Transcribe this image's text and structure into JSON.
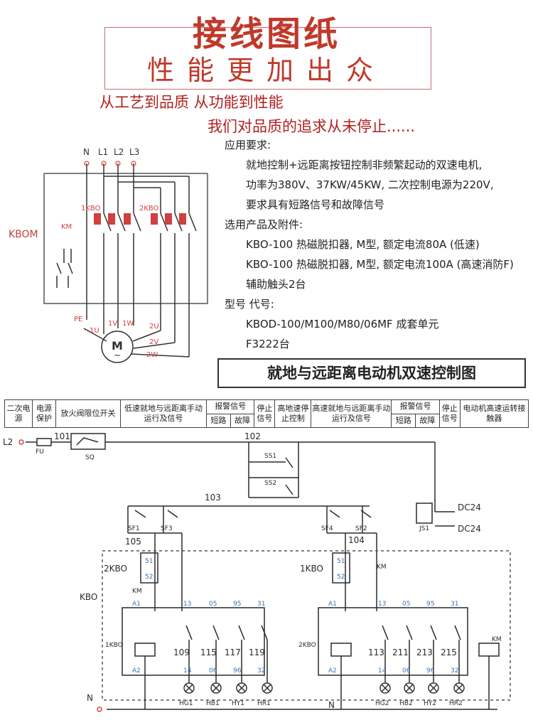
{
  "header": {
    "title": "接线图纸",
    "subtitle": "性能更加出众",
    "slogan1": "从工艺到品质 从功能到性能",
    "slogan2": "我们对品质的追求从未停止......"
  },
  "requirements": {
    "app_heading": "应用要求:",
    "app_line1": "就地控制+远距离按钮控制非频繁起动的双速电机,",
    "app_line2": "功率为380V、37KW/45KW, 二次控制电源为220V,",
    "app_line3": "要求具有短路信号和故障信号",
    "product_heading": "选用产品及附件:",
    "product_line1": "KBO-100 热磁脱扣器, M型, 额定电流80A (低速)",
    "product_line2": "KBO-100 热磁脱扣器, M型, 额定电流100A (高速消防F)",
    "product_line3": "辅助触头2台",
    "model_heading": "型号 代号:",
    "model_line1": "KBOD-100/M100/M80/06MF  成套单元",
    "model_line2": "F3222台"
  },
  "top_diagram": {
    "terminals": [
      "N",
      "L1",
      "L2",
      "L3"
    ],
    "kbom": "KBOM",
    "km": "KM",
    "kbo1": "1KBO",
    "kbo2": "2KBO",
    "pe": "PE",
    "motor": "M",
    "motor_sym": "~",
    "w1u": "1U",
    "w1v": "1V",
    "w1w": "1W",
    "w2u": "2U",
    "w2v": "2V",
    "w2w": "2W"
  },
  "diagram_title": "就地与远距离电动机双速控制图",
  "table_headers": {
    "c1": "二次电源",
    "c2": "电源保护",
    "c3": "放火阀限位开关",
    "c4": "低速就地与远距离手动运行及信号",
    "c5": "报警信号",
    "c5a": "短路",
    "c5b": "故障",
    "c6": "停止信号",
    "c7": "高地速停止控制",
    "c8": "高速就地与远距离手动运行及信号",
    "c9": "报警信号",
    "c9a": "短路",
    "c9b": "故障",
    "c10": "停止信号",
    "c11": "电动机高速运转接触器"
  },
  "control": {
    "l2": "L2",
    "n_top": "N",
    "n_bottom": "N",
    "n101": "101",
    "n102": "102",
    "n103": "103",
    "n104": "104",
    "n105": "105",
    "fu": "FU",
    "sq": "SQ",
    "ss1": "SS1",
    "ss2": "SS2",
    "sf1": "SF1",
    "sf3": "SF3",
    "sf4": "SF4",
    "sf2": "SF2",
    "js1": "JS1",
    "dc24a": "DC24",
    "dc24b": "DC24",
    "kbo": "KBO",
    "kbo2": "2KBO",
    "kbo1": "1KBO",
    "km_a": "KM",
    "km_b": "KM",
    "km_c": "KM",
    "c51a": "51",
    "c52a": "52",
    "c51b": "51",
    "c52b": "52",
    "a1a": "A1",
    "a2a": "A2",
    "a1b": "A1",
    "a2b": "A2",
    "t13a": "13",
    "t05a": "05",
    "t95a": "95",
    "t31a": "31",
    "t14a": "14",
    "t06a": "06",
    "t96a": "96",
    "t32a": "32",
    "t13b": "13",
    "t05b": "05",
    "t95b": "95",
    "t31b": "31",
    "t14b": "14",
    "t06b": "06",
    "t96b": "96",
    "t32b": "32",
    "w109": "109",
    "w115": "115",
    "w117": "117",
    "w119": "119",
    "w113": "113",
    "w211": "211",
    "w213": "213",
    "w215": "215",
    "coil1": "1KBO",
    "coil2": "2KBO",
    "hg1": "HG1",
    "hb1": "HB1",
    "hy1": "HY1",
    "hr1": "HR1",
    "hg2": "HG2",
    "hb2": "HB2",
    "hy2": "HY2",
    "hr2": "HR2"
  },
  "colors": {
    "title_red": "#c0392b",
    "line_dark": "#2a2a2a",
    "accent_red": "#d04040"
  }
}
